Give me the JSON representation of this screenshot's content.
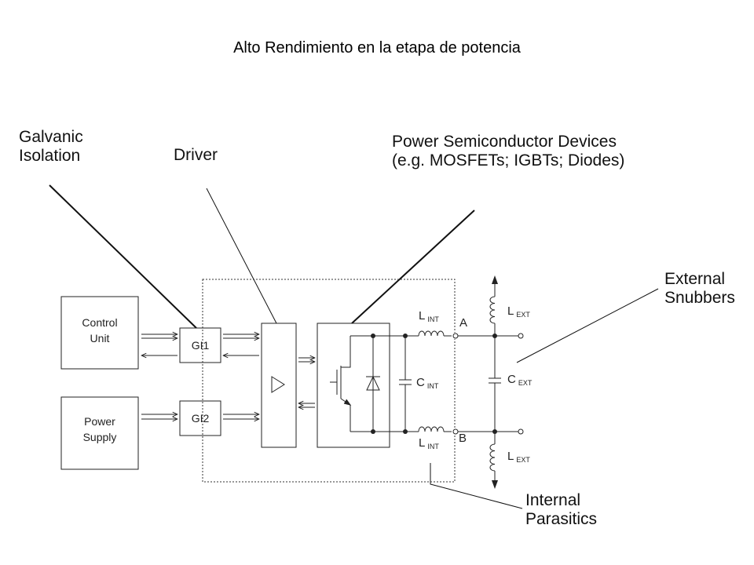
{
  "title": "Alto Rendimiento en la etapa de potencia",
  "callouts": {
    "galvanic_1": "Galvanic",
    "galvanic_2": "Isolation",
    "driver": "Driver",
    "power_1": "Power Semiconductor Devices",
    "power_2": "(e.g. MOSFETs; IGBTs; Diodes)",
    "external_1": "External",
    "external_2": "Snubbers",
    "internal_1": "Internal",
    "internal_2": "Parasitics"
  },
  "blocks": {
    "control_1": "Control",
    "control_2": "Unit",
    "power_1": "Power",
    "power_2": "Supply",
    "gi1": "GI1",
    "gi2": "GI2"
  },
  "components": {
    "l": "L",
    "int": "INT",
    "c": "C",
    "ext": "EXT",
    "node_a": "A",
    "node_b": "B"
  }
}
